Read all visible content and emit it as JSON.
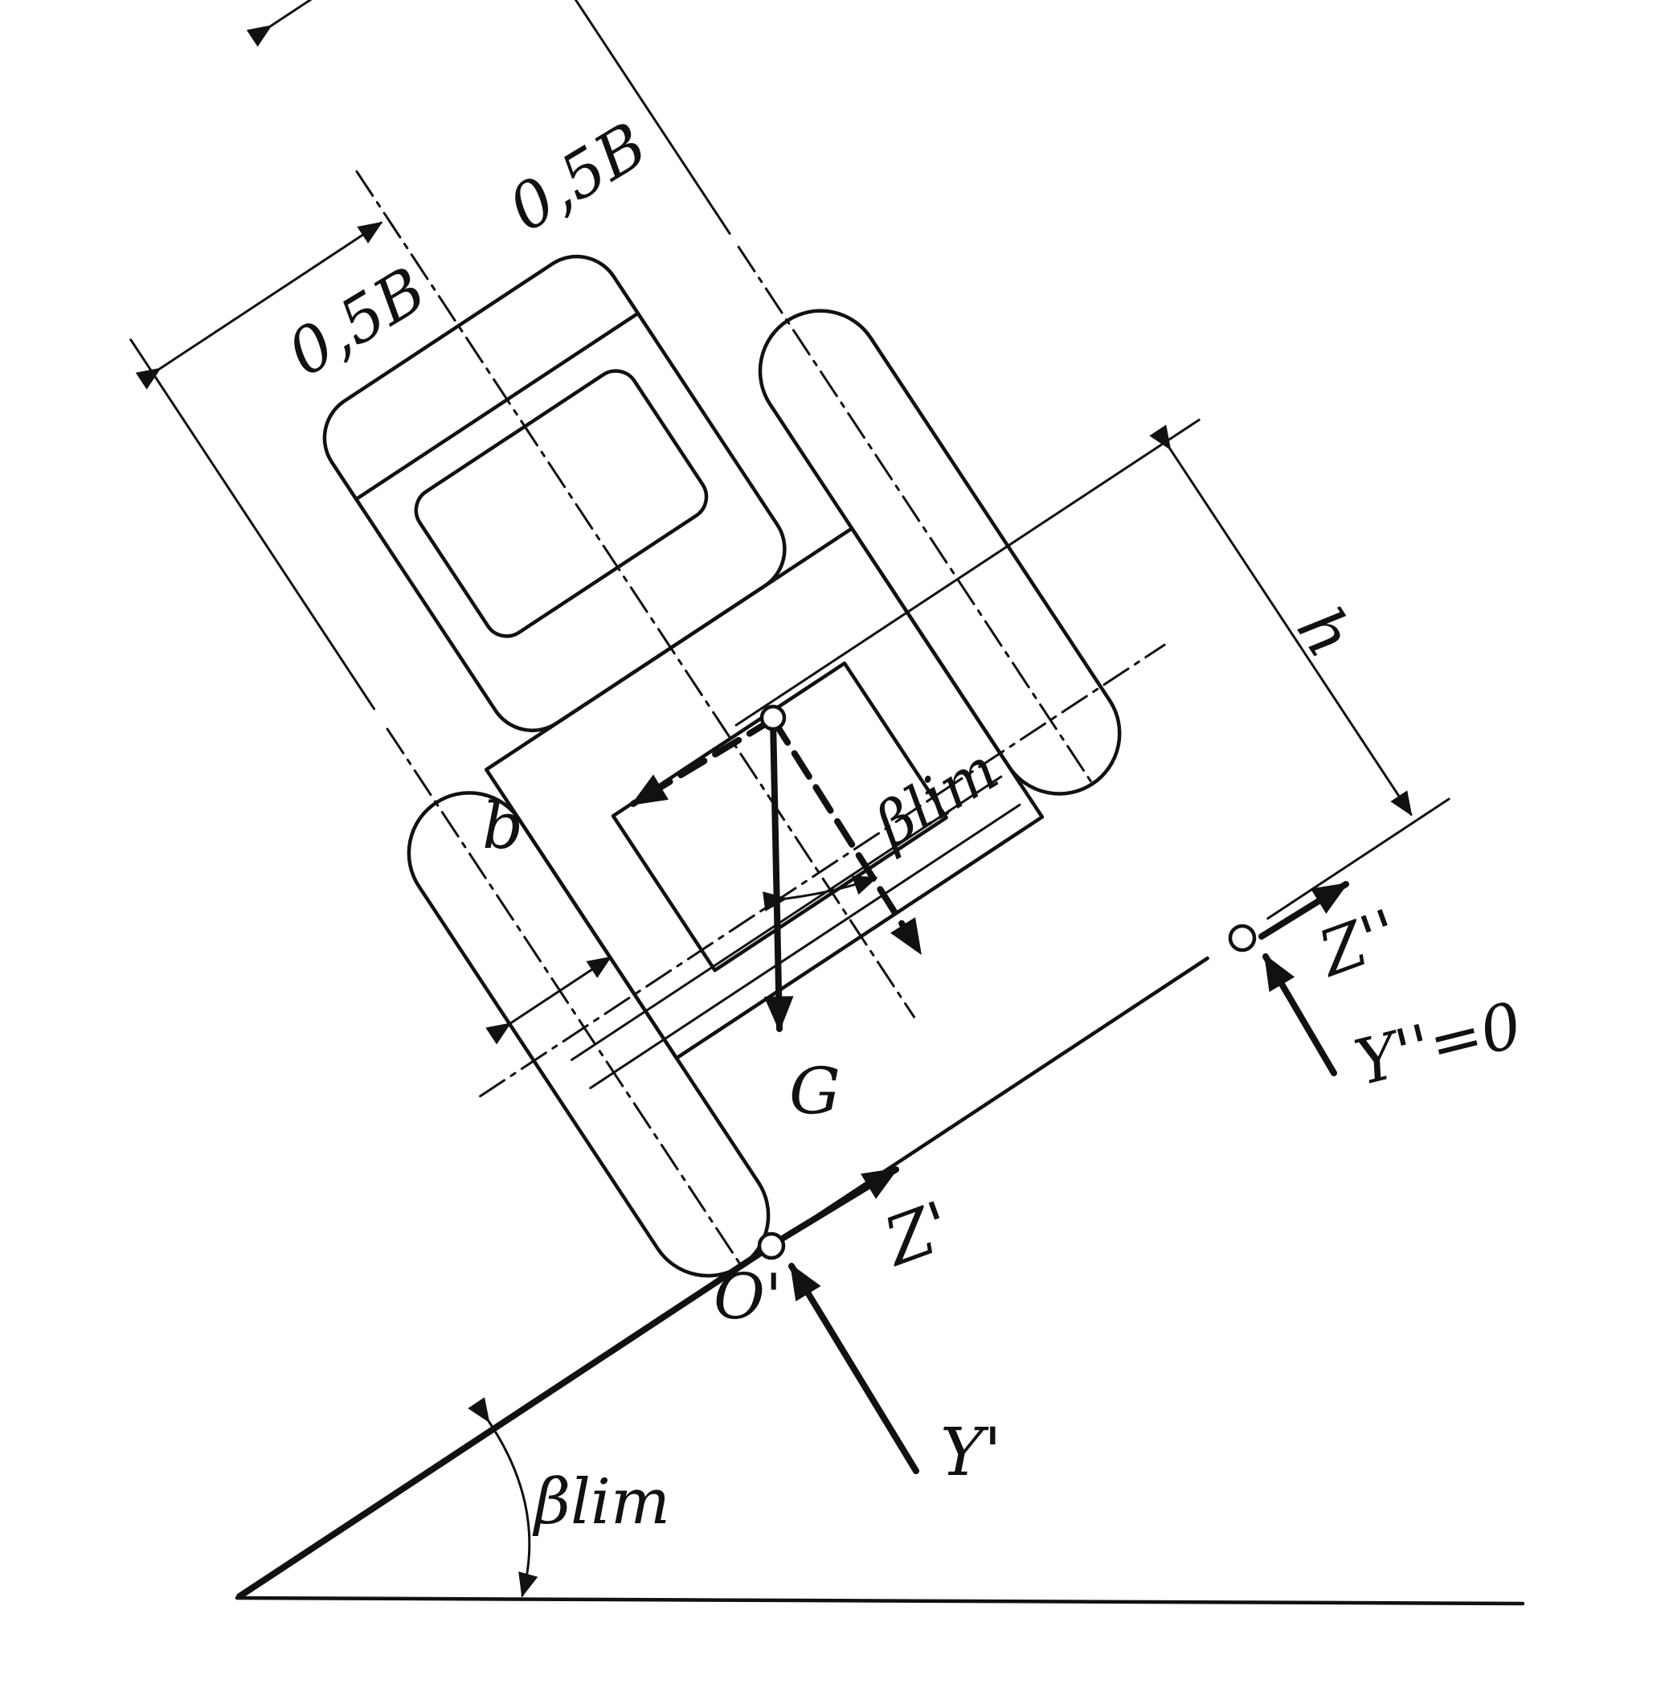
{
  "labels": {
    "half_track_left": "0,5B",
    "half_track_right": "0,5B",
    "tire_width": "b",
    "cg_height": "h",
    "beta_on_body": "βlim",
    "beta_on_slope": "βlim",
    "weight": "G",
    "pivot_point": "O'",
    "lateral_reaction_lower": "Z'",
    "lateral_reaction_upper": "Z''",
    "normal_reaction_lower": "Y'",
    "normal_reaction_upper": "Y''=0"
  },
  "colors": {
    "ink": "#111111",
    "paper": "#ffffff"
  }
}
